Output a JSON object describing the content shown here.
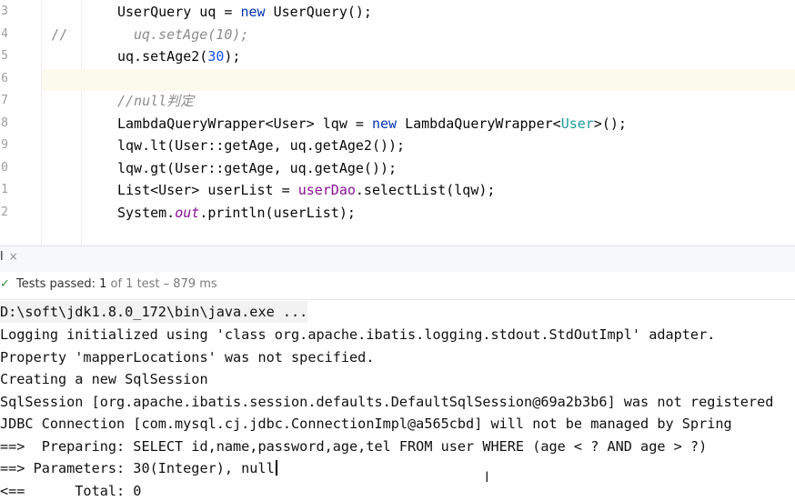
{
  "editor": {
    "line_numbers": [
      "3",
      "4",
      "5",
      "6",
      "7",
      "8",
      "9",
      "0",
      "1",
      "2"
    ],
    "lines": [
      {
        "tokens": [
          {
            "t": "UserQuery uq = ",
            "c": ""
          },
          {
            "t": "new",
            "c": "kw"
          },
          {
            "t": " UserQuery();",
            "c": ""
          }
        ]
      },
      {
        "tokens": [
          {
            "t": "uq.setAge(10);",
            "c": "cm"
          }
        ],
        "line_comment": "//"
      },
      {
        "tokens": [
          {
            "t": "uq.setAge2(",
            "c": ""
          },
          {
            "t": "30",
            "c": "num"
          },
          {
            "t": ");",
            "c": ""
          }
        ]
      },
      {
        "tokens": []
      },
      {
        "tokens": [
          {
            "t": "//null判定",
            "c": "cm"
          }
        ]
      },
      {
        "tokens": [
          {
            "t": "LambdaQueryWrapper<User> lqw = ",
            "c": ""
          },
          {
            "t": "new",
            "c": "kw"
          },
          {
            "t": " LambdaQueryWrapper<",
            "c": ""
          },
          {
            "t": "User",
            "c": "gen"
          },
          {
            "t": ">();",
            "c": ""
          }
        ]
      },
      {
        "tokens": [
          {
            "t": "lqw.lt(User::getAge, uq.getAge2());",
            "c": ""
          }
        ]
      },
      {
        "tokens": [
          {
            "t": "lqw.gt(User::getAge, uq.getAge());",
            "c": ""
          }
        ]
      },
      {
        "tokens": [
          {
            "t": "List<User> userList = ",
            "c": ""
          },
          {
            "t": "userDao",
            "c": "fld"
          },
          {
            "t": ".selectList(lqw);",
            "c": ""
          }
        ]
      },
      {
        "tokens": [
          {
            "t": "System.",
            "c": ""
          },
          {
            "t": "out",
            "c": "st"
          },
          {
            "t": ".println(userList);",
            "c": ""
          }
        ]
      }
    ]
  },
  "run_panel": {
    "tab_label": "l",
    "close_glyph": "×"
  },
  "test_status": {
    "check_glyph": "✓",
    "prefix": "Tests passed:",
    "count": "1",
    "suffix": "of 1 test – 879 ms"
  },
  "console": {
    "lines": [
      "D:\\soft\\jdk1.8.0_172\\bin\\java.exe ...",
      "Logging initialized using 'class org.apache.ibatis.logging.stdout.StdOutImpl' adapter.",
      "Property 'mapperLocations' was not specified.",
      "Creating a new SqlSession",
      "SqlSession [org.apache.ibatis.session.defaults.DefaultSqlSession@69a2b3b6] was not registered",
      "JDBC Connection [com.mysql.cj.jdbc.ConnectionImpl@a565cbd] will not be managed by Spring",
      "==>  Preparing: SELECT id,name,password,age,tel FROM user WHERE (age < ? AND age > ?)",
      "==> Parameters: 30(Integer), null",
      "<==      Total: 0"
    ]
  },
  "colors": {
    "keyword": "#0033b3",
    "number": "#1750eb",
    "comment": "#8c8c8c",
    "field": "#871094",
    "current_line": "#fcfaed"
  }
}
